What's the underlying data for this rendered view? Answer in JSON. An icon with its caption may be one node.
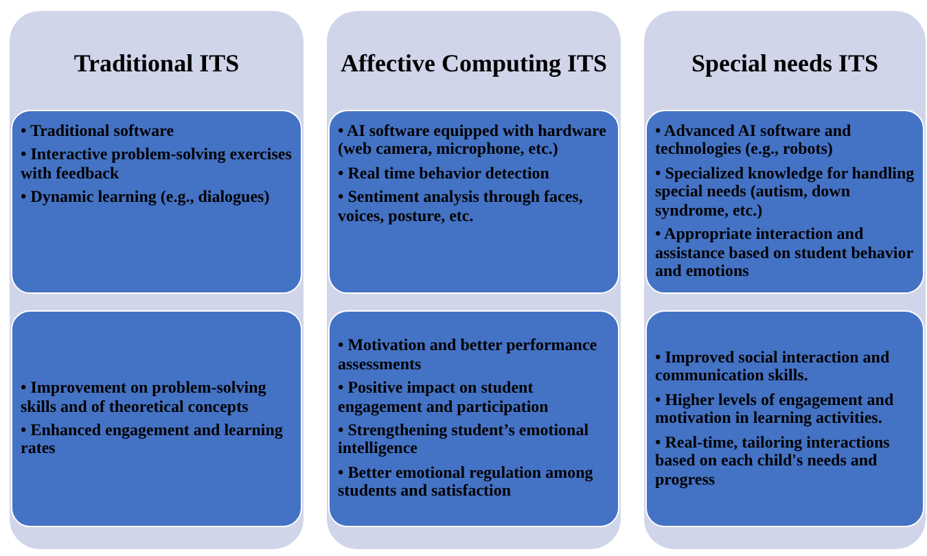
{
  "diagram": {
    "nodes": [
      {
        "text": [
          "Traditional ITS"
        ]
      },
      {
        "text": [
          "• Traditional software",
          "• Interactive problem-solving exercises with feedback",
          "• Dynamic learning (e.g., dialogues)"
        ],
        "in": 0
      },
      {
        "text": [
          "• Improvement on problem-solving skills and of theoretical concepts",
          "• Enhanced engagement and learning rates"
        ],
        "in": 0
      },
      {
        "text": [
          "Affective Computing ITS"
        ]
      },
      {
        "text": [
          "• AI software equipped with hardware (web camera, microphone, etc.)",
          "• Real time behavior detection",
          "• Sentiment analysis through faces, voices, posture, etc."
        ],
        "in": 3
      },
      {
        "text": [
          "• Motivation and better performance assessments",
          "• Positive impact on student engagement and participation",
          "• Strengthening student’s emotional intelligence",
          "• Better emotional regulation among students and satisfaction"
        ],
        "in": 3
      },
      {
        "text": [
          "Special needs ITS"
        ]
      },
      {
        "text": [
          "• Advanced AI software and technologies (e.g., robots)",
          "• Specialized knowledge for handling special needs (autism, down syndrome, etc.)",
          "• Appropriate interaction and assistance based on student behavior and emotions"
        ],
        "in": 6
      },
      {
        "text": [
          "• Improved social interaction and communication skills.",
          "• Higher levels of engagement and motivation in learning activities.",
          "• Real-time, tailoring interactions based on each child's needs and progress"
        ],
        "in": 6
      }
    ]
  }
}
